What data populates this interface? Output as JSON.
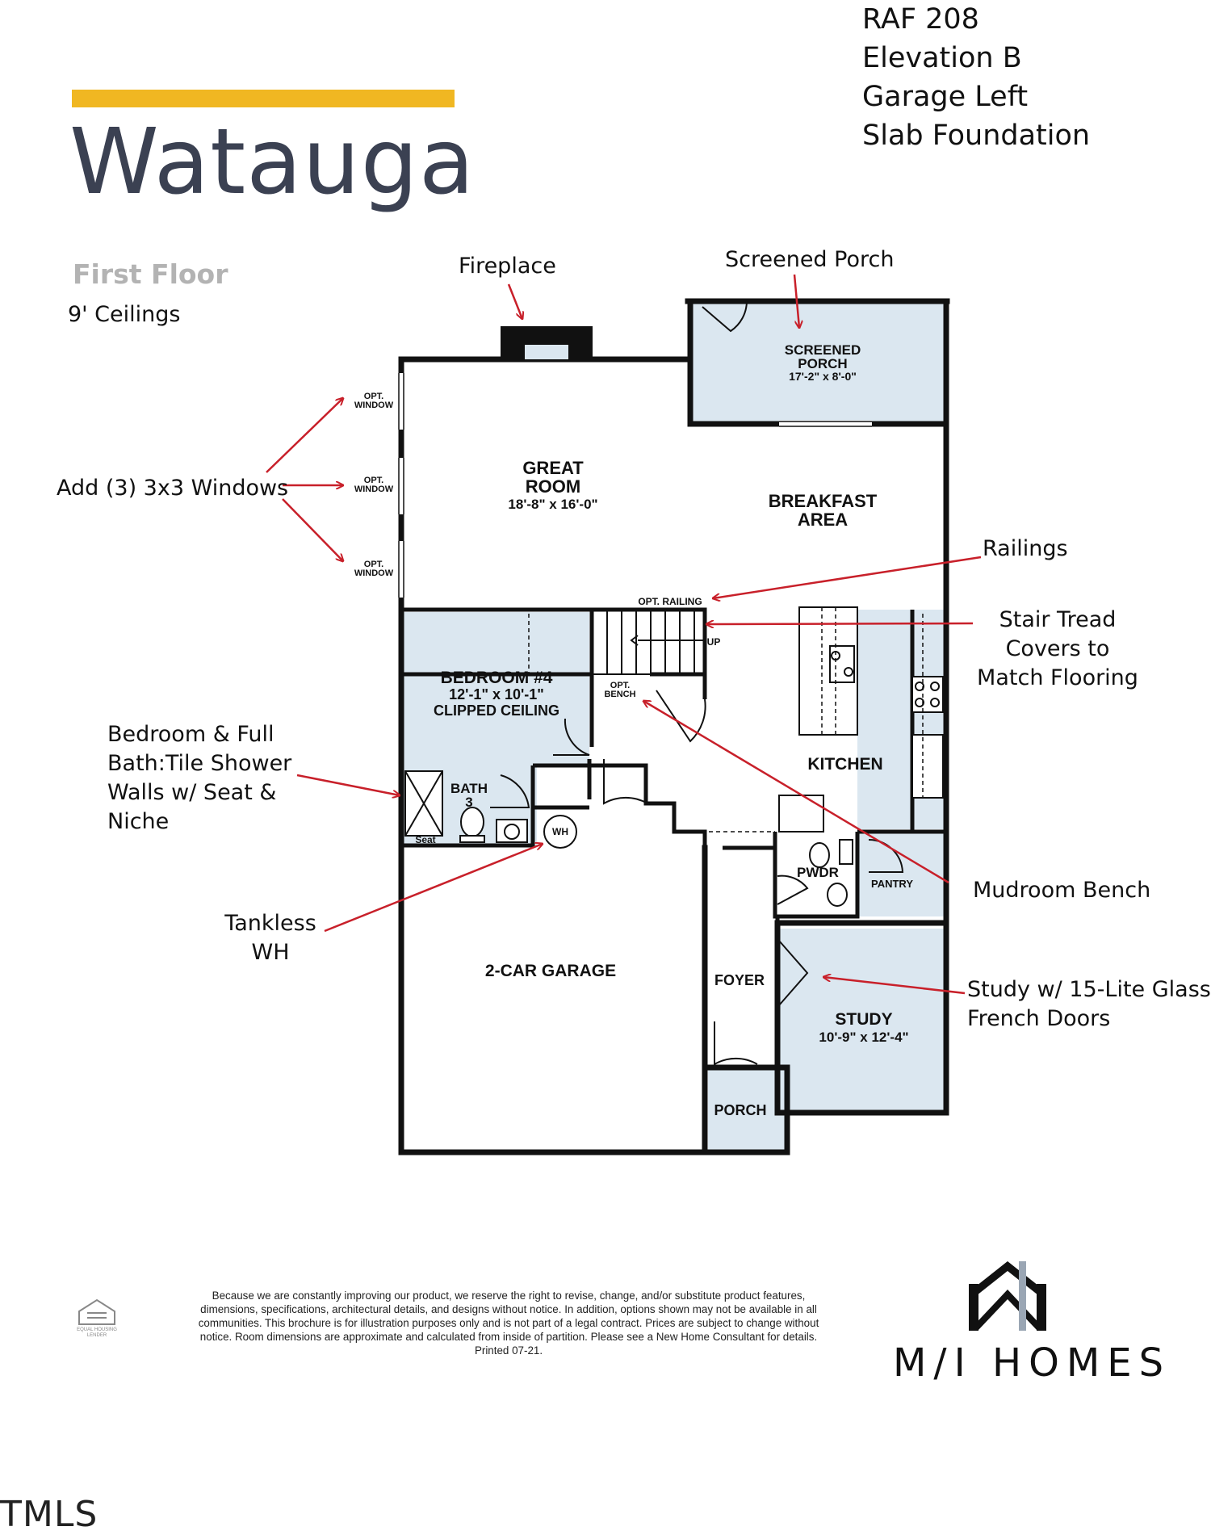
{
  "header": {
    "plan_name": "Watauga",
    "floor_label": "First Floor",
    "ceiling_note": "9' Ceilings",
    "info_lines": [
      "RAF 208",
      "Elevation B",
      "Garage Left",
      "Slab Foundation"
    ]
  },
  "callouts": {
    "fireplace": "Fireplace",
    "screened_porch": "Screened Porch",
    "windows": "Add (3) 3x3 Windows",
    "railings": "Railings",
    "stair_tread": [
      "Stair Tread",
      "Covers to",
      "Match Flooring"
    ],
    "bedroom_bath": [
      "Bedroom & Full",
      "Bath:Tile Shower",
      "Walls w/ Seat &",
      "Niche"
    ],
    "mudroom": "Mudroom Bench",
    "tankless": [
      "Tankless",
      "WH"
    ],
    "study": [
      "Study w/ 15-Lite Glass",
      "French Doors"
    ]
  },
  "rooms": {
    "screened_porch": [
      "SCREENED",
      "PORCH",
      "17'-2\" x 8'-0\""
    ],
    "great_room": [
      "GREAT",
      "ROOM",
      "18'-8\" x 16'-0\""
    ],
    "breakfast": [
      "BREAKFAST",
      "AREA"
    ],
    "bedroom4": [
      "BEDROOM #4",
      "12'-1\" x 10'-1\"",
      "CLIPPED CEILING"
    ],
    "bath3": [
      "BATH",
      "3"
    ],
    "seat": "Seat",
    "wh": "WH",
    "kitchen": "KITCHEN",
    "pwdr": "PWDR",
    "pantry": "PANTRY",
    "garage": "2-CAR GARAGE",
    "foyer": "FOYER",
    "study": [
      "STUDY",
      "10'-9\" x 12'-4\""
    ],
    "porch": "PORCH",
    "opt_window": [
      "OPT.",
      "WINDOW"
    ],
    "opt_railing": "OPT. RAILING",
    "opt_bench": [
      "OPT.",
      "BENCH"
    ],
    "up": "UP"
  },
  "footer": {
    "disclaimer": "Because we are constantly improving our product, we reserve the right to revise, change, and/or substitute product features, dimensions, specifications, architectural details, and designs without notice. In addition, options shown may not be available in all communities. This brochure is for illustration purposes only and is not part of a legal contract. Prices are subject to change without notice. Room dimensions are approximate and calculated from inside of partition. Please see a New Home Consultant for details. Printed 07-21.",
    "brand": "M/I HOMES",
    "equal_housing": [
      "EQUAL HOUSING",
      "LENDER"
    ],
    "mls": "TMLS"
  },
  "colors": {
    "accent_bar": "#f0b722",
    "title": "#3b4152",
    "room_fill": "#dbe7f0",
    "arrow": "#c8202a"
  }
}
